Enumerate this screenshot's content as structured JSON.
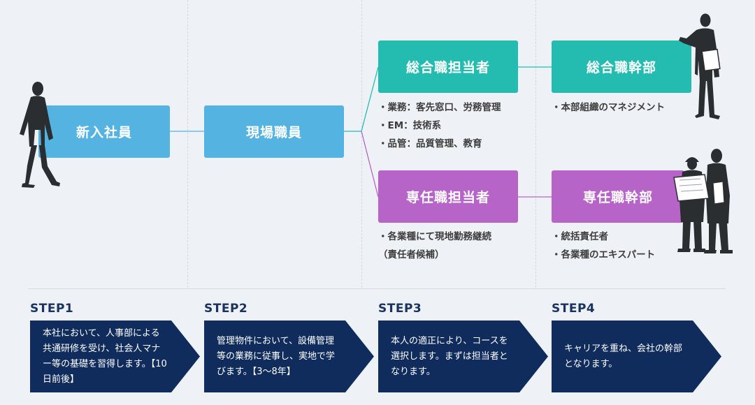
{
  "nodes": {
    "new_employee": "新入社員",
    "field_staff": "現場職員",
    "general_staff": "総合職担当者",
    "general_exec": "総合職幹部",
    "special_staff": "専任職担当者",
    "special_exec": "専任職幹部"
  },
  "descriptions": {
    "general_staff": [
      "・業務：客先窓口、労務管理",
      "・EM：技術系",
      "・品管：品質管理、教育"
    ],
    "general_exec": [
      "・本部組織のマネジメント"
    ],
    "special_staff": [
      "・各業種にて現地勤務継続",
      "（責任者候補）"
    ],
    "special_exec": [
      "・統括責任者",
      "・各業種のエキスパート"
    ]
  },
  "steps": [
    {
      "label": "STEP1",
      "text": "本社において、人事部による共通研修を受け、社会人マナー等の基礎を習得します。【10日前後】"
    },
    {
      "label": "STEP2",
      "text": "管理物件において、設備管理等の業務に従事し、実地で学びます。【3～8年】"
    },
    {
      "label": "STEP3",
      "text": "本人の適正により、コースを選択します。まずは担当者となります。"
    },
    {
      "label": "STEP4",
      "text": "キャリアを重ね、会社の幹部となります。"
    }
  ],
  "colors": {
    "blue_box": "#55b3e2",
    "teal_box": "#24bcb1",
    "purple_box": "#b664c7",
    "step_navy": "#0f2c5c",
    "step_label": "#1a3260",
    "background": "#eef2f6"
  },
  "icons": [
    "walking-businessman-icon",
    "businessman-presenting-icon",
    "two-workers-with-blueprint-icon"
  ]
}
